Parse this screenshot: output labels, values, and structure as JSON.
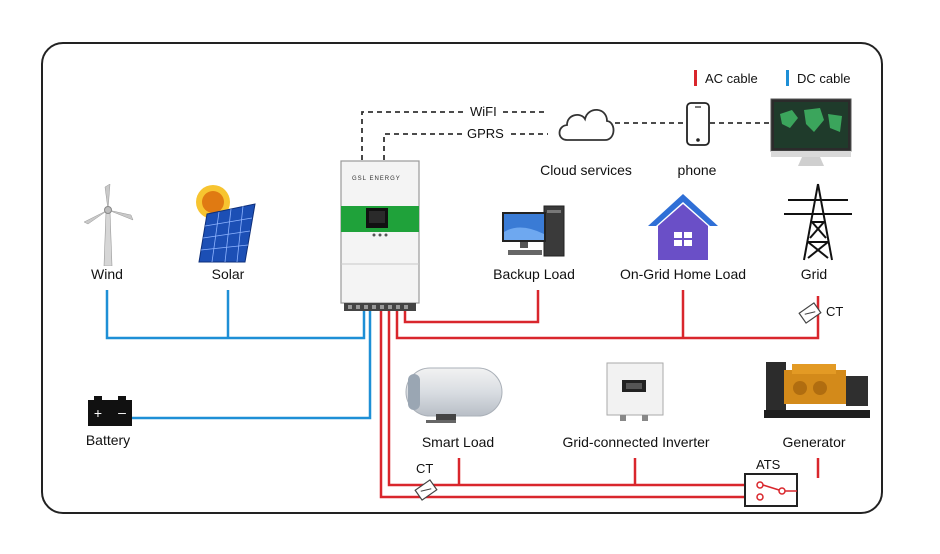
{
  "legend": {
    "ac": {
      "label": "AC cable",
      "color": "#d9262c"
    },
    "dc": {
      "label": "DC cable",
      "color": "#1e8fd6"
    }
  },
  "comm": {
    "wifi": "WiFI",
    "gprs": "GPRS"
  },
  "inverter": {
    "brand": "GSL ENERGY"
  },
  "nodes": {
    "wind": "Wind",
    "solar": "Solar",
    "battery": "Battery",
    "cloud": "Cloud services",
    "phone": "phone",
    "backup_load": "Backup Load",
    "home_load": "On-Grid Home Load",
    "grid": "Grid",
    "smart_load": "Smart Load",
    "grid_inverter": "Grid-connected Inverter",
    "generator": "Generator"
  },
  "ct": {
    "upper": "CT",
    "lower": "CT"
  },
  "ats": "ATS",
  "icons": [
    "wind-turbine-icon",
    "solar-panel-icon",
    "battery-icon",
    "cloud-icon",
    "phone-icon",
    "monitor-icon",
    "computer-icon",
    "house-icon",
    "pylon-icon",
    "water-heater-icon",
    "inverter-icon",
    "generator-icon"
  ]
}
